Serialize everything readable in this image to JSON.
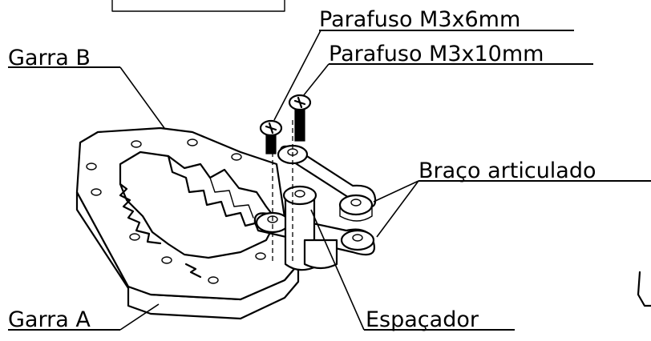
{
  "labels": {
    "garra_b": "Garra B",
    "garra_a": "Garra A",
    "parafuso_6": "Parafuso M3x6mm",
    "parafuso_10": "Parafuso M3x10mm",
    "braco": "Braço articulado",
    "espacador": "Espaçador"
  }
}
